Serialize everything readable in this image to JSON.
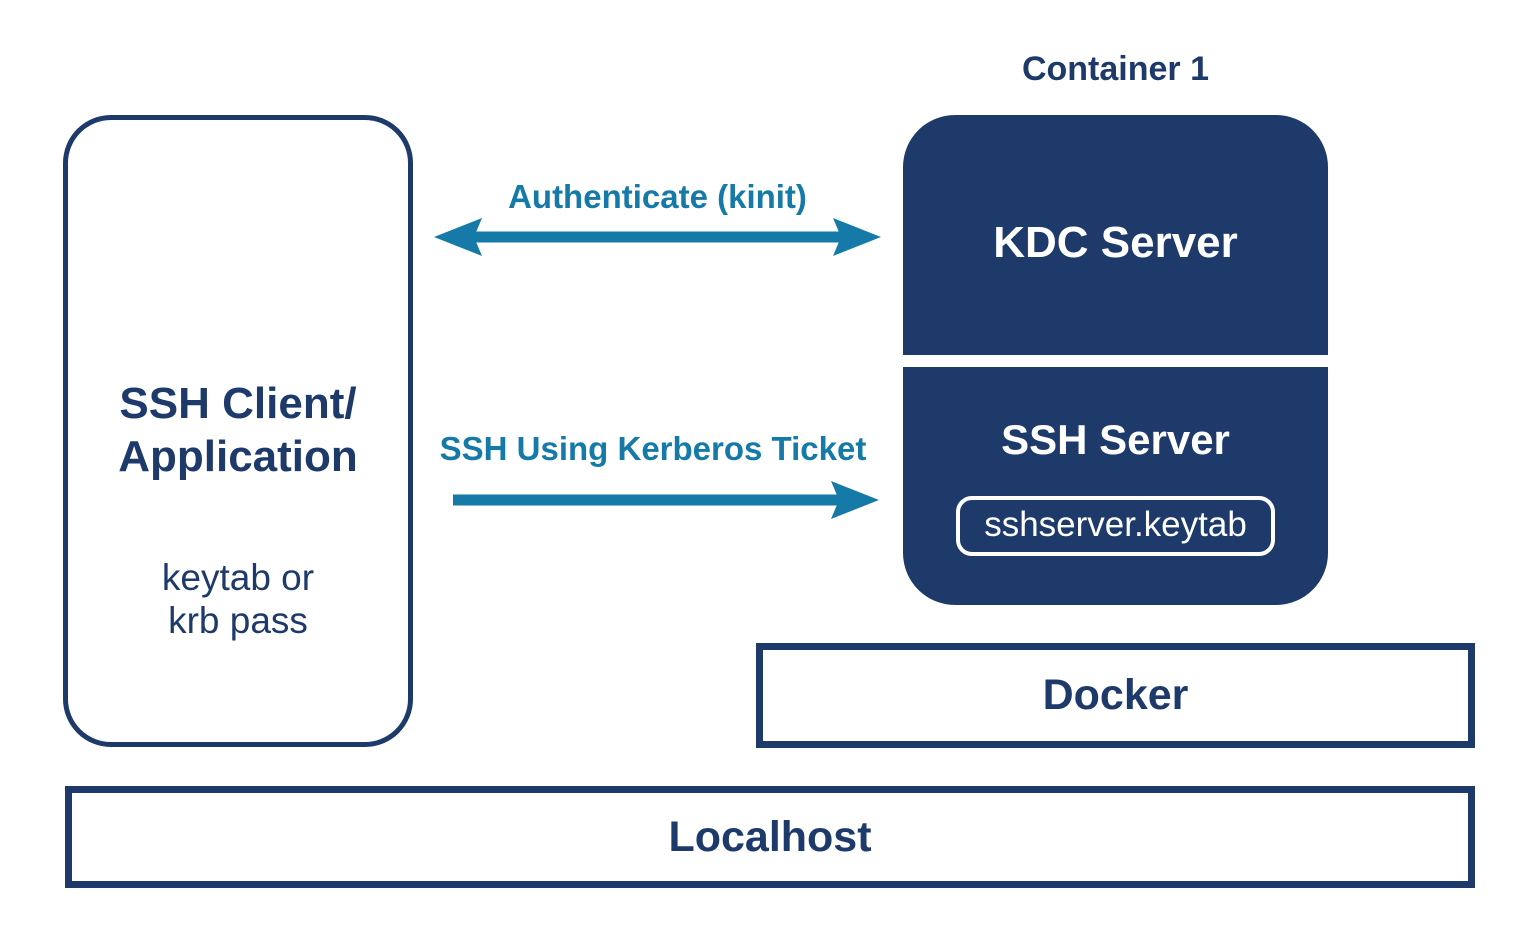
{
  "colors": {
    "navy": "#1d3a6b",
    "teal": "#167aa8",
    "white": "#ffffff"
  },
  "diagram": {
    "client_box": {
      "title_line1": "SSH Client/",
      "title_line2": "Application",
      "subtitle_line1": "keytab or",
      "subtitle_line2": "krb pass"
    },
    "container": {
      "label": "Container 1",
      "kdc": {
        "label": "KDC Server"
      },
      "ssh": {
        "label": "SSH Server",
        "keytab_badge": "sshserver.keytab"
      }
    },
    "arrows": [
      {
        "label": "Authenticate (kinit)",
        "direction": "both",
        "from": "ssh-client-box",
        "to": "kdc-server-section"
      },
      {
        "label": "SSH Using Kerberos Ticket",
        "direction": "right",
        "from": "ssh-client-box",
        "to": "ssh-server-section"
      }
    ],
    "docker_box": {
      "label": "Docker"
    },
    "localhost_box": {
      "label": "Localhost"
    }
  }
}
